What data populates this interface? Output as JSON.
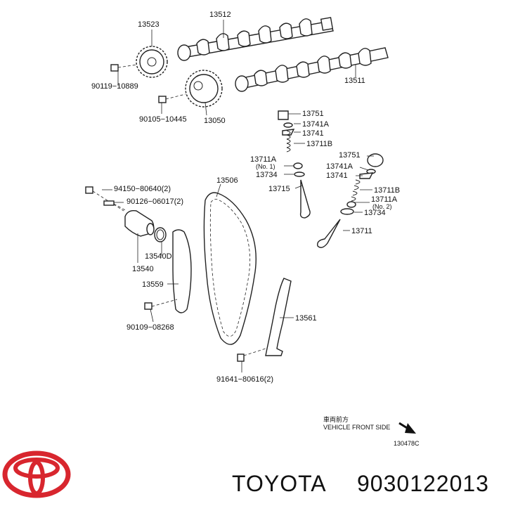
{
  "callouts": {
    "p13523": "13523",
    "p13512": "13512",
    "p90119": "90119−10889",
    "p13511": "13511",
    "p90105": "90105−10445",
    "p13050": "13050",
    "p13751_top": "13751",
    "p13741A_top": "13741A",
    "p13741_top": "13741",
    "p13711B_top": "13711B",
    "p13711A_1": "13711A",
    "p13711A_1_note": "(No. 1)",
    "p13734_top": "13734",
    "p13715": "13715",
    "p13751_mid": "13751",
    "p13741A_mid": "13741A",
    "p13741_mid": "13741",
    "p13711B_mid": "13711B",
    "p13711A_2": "13711A",
    "p13711A_2_note": "(No. 2)",
    "p13734_mid": "13734",
    "p13711": "13711",
    "p13506": "13506",
    "p94150": "94150−80640(2)",
    "p90126": "90126−06017(2)",
    "p13540D": "13540D",
    "p13540": "13540",
    "p13559": "13559",
    "p90109": "90109−08268",
    "p13561": "13561",
    "p91641": "91641−80616(2)"
  },
  "direction": {
    "jp": "車両前方",
    "en": "VEHICLE FRONT SIDE"
  },
  "figure_code": "130478C",
  "footer": {
    "brand": "TOYOTA",
    "part_number": "9030122013"
  },
  "colors": {
    "logo_red": "#d8262e",
    "ink": "#222222"
  }
}
